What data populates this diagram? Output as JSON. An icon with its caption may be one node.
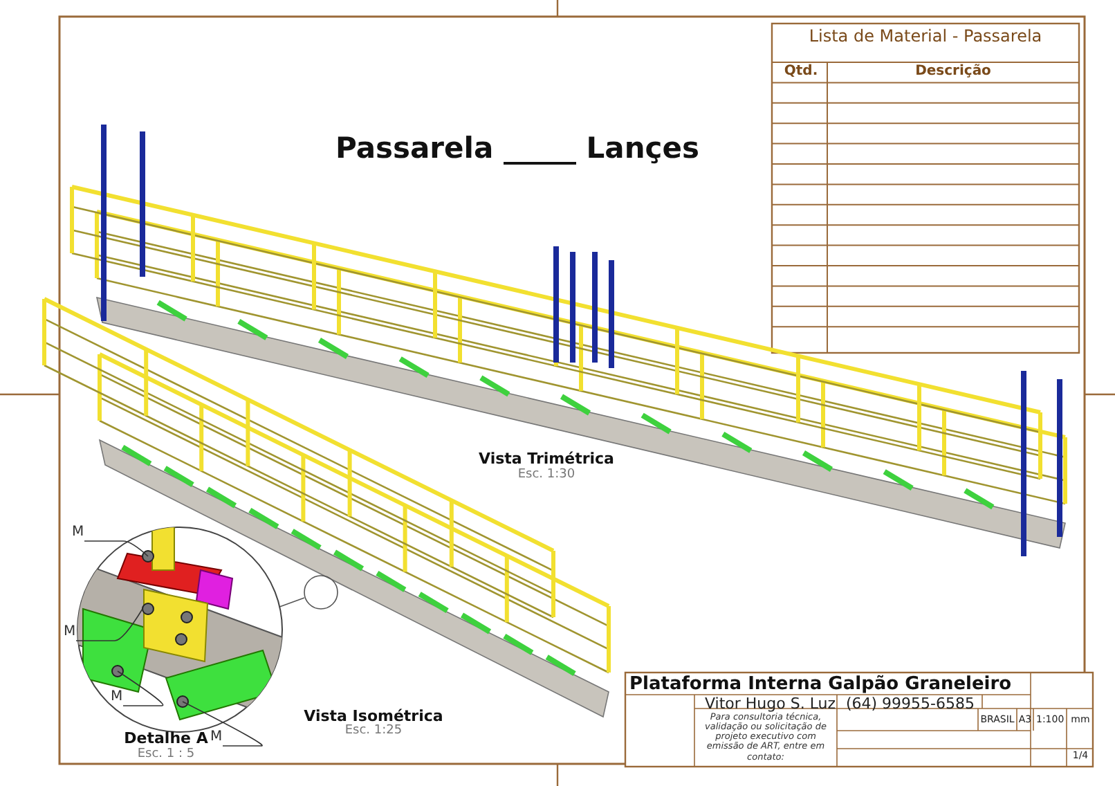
{
  "diagram": {
    "title": "Passarela _____ Lançes",
    "nodes": [
      {
        "text": [
          "M"
        ]
      },
      {
        "text": [
          "M"
        ]
      },
      {
        "text": [
          "M"
        ]
      },
      {
        "text": [
          "M"
        ]
      }
    ],
    "edges": [
      {
        "from": 0,
        "to": null,
        "arrow": "none"
      },
      {
        "from": 1,
        "to": null,
        "arrow": "none"
      },
      {
        "from": 2,
        "to": null,
        "arrow": "none"
      },
      {
        "from": 3,
        "to": null,
        "arrow": "none"
      }
    ],
    "labels": [
      "Lista de Material - Passarela",
      "Qtd.",
      "Descrição",
      "Vista Trimétrica",
      "Esc. 1:30",
      "Vista Isométrica",
      "Esc. 1:25",
      "Detalhe A",
      "Esc. 1 : 5",
      "Plataforma Interna Galpão Graneleiro",
      "Vitor Hugo S. Luz",
      "(64) 99955-6585",
      "Para consultoria técnica, validação ou solicitação de projeto executivo com emissão de ART, entre em contato:",
      "BRASIL",
      "A3",
      "1:100",
      "mm",
      "1/4"
    ]
  }
}
